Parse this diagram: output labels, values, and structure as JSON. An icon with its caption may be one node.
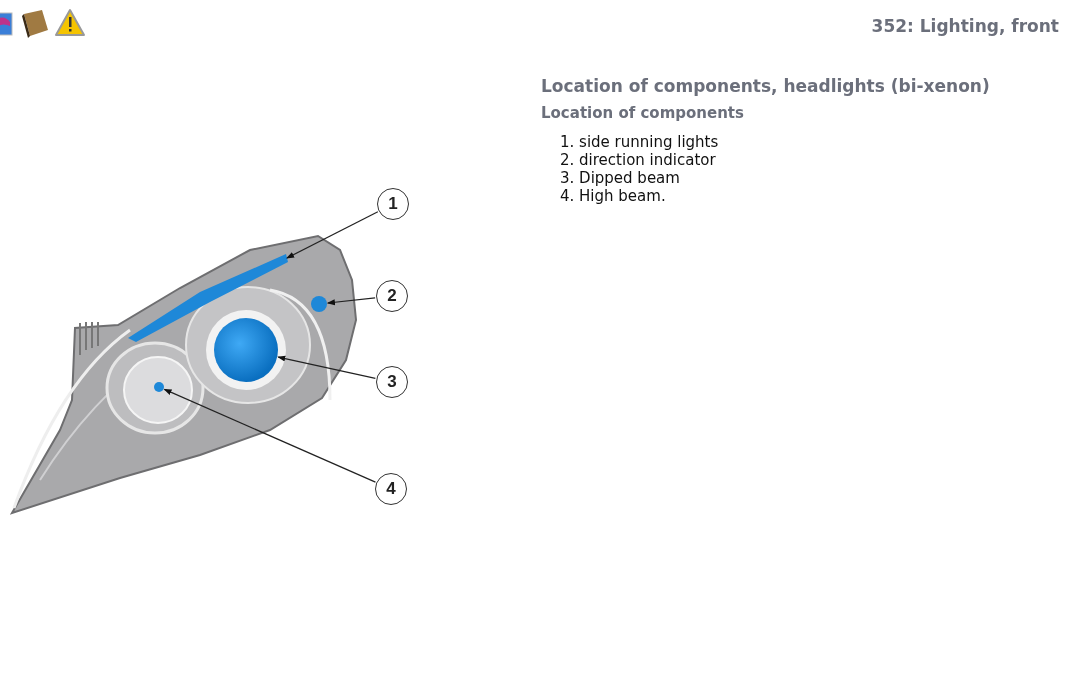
{
  "diagram": {
    "title": "352: Lighting, front",
    "nodes": [
      {
        "text": [
          "1"
        ]
      },
      {
        "text": [
          "2"
        ]
      },
      {
        "text": [
          "3"
        ]
      },
      {
        "text": [
          "4"
        ]
      },
      {
        "text": [],
        "shape": "bar"
      },
      {
        "text": [],
        "shape": "circle"
      },
      {
        "text": [],
        "shape": "circle"
      },
      {
        "text": [],
        "shape": "circle"
      }
    ],
    "edges": [
      {
        "from": 0,
        "to": 4,
        "arrow": "to"
      },
      {
        "from": 1,
        "to": 5,
        "arrow": "to"
      },
      {
        "from": 2,
        "to": 6,
        "arrow": "to"
      },
      {
        "from": 3,
        "to": 7,
        "arrow": "to"
      }
    ],
    "labels": [
      "Location of components, headlights (bi-xenon)",
      "Location of components",
      "1. side running lights",
      "2. direction indicator",
      "3. Dipped beam",
      "4. High beam."
    ]
  }
}
